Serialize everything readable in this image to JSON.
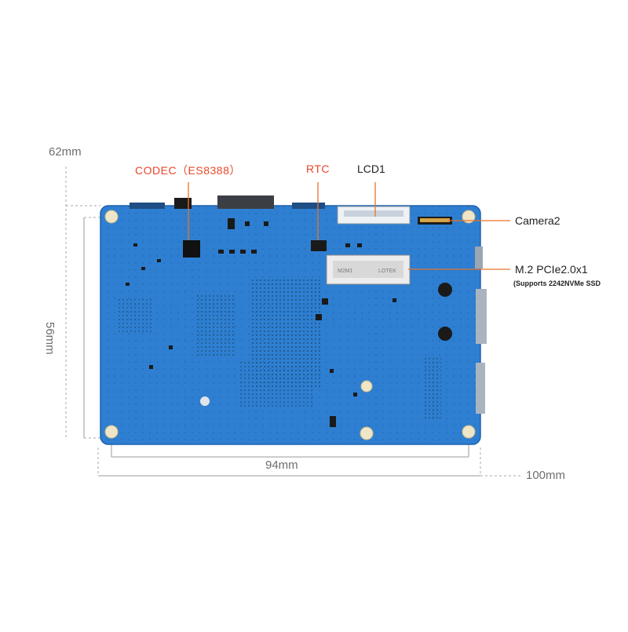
{
  "dimensions": {
    "overall_height": "62mm",
    "board_height": "56mm",
    "hole_spacing_width": "94mm",
    "overall_width": "100mm"
  },
  "callouts": {
    "codec": "CODEC（ES8388）",
    "rtc": "RTC",
    "lcd": "LCD1",
    "camera": "Camera2",
    "m2": "M.2 PCIe2.0x1",
    "m2_note": "(Supports 2242NVMe SSD"
  },
  "silkscreen": {
    "m2_slot_text_a": "M2M1",
    "m2_slot_text_b": "LOTEK"
  },
  "colors": {
    "board": "#2e7fd1",
    "callout_line": "#e8732a",
    "dimension_line": "#9a9a9a",
    "accent_label": "#e8472a"
  }
}
